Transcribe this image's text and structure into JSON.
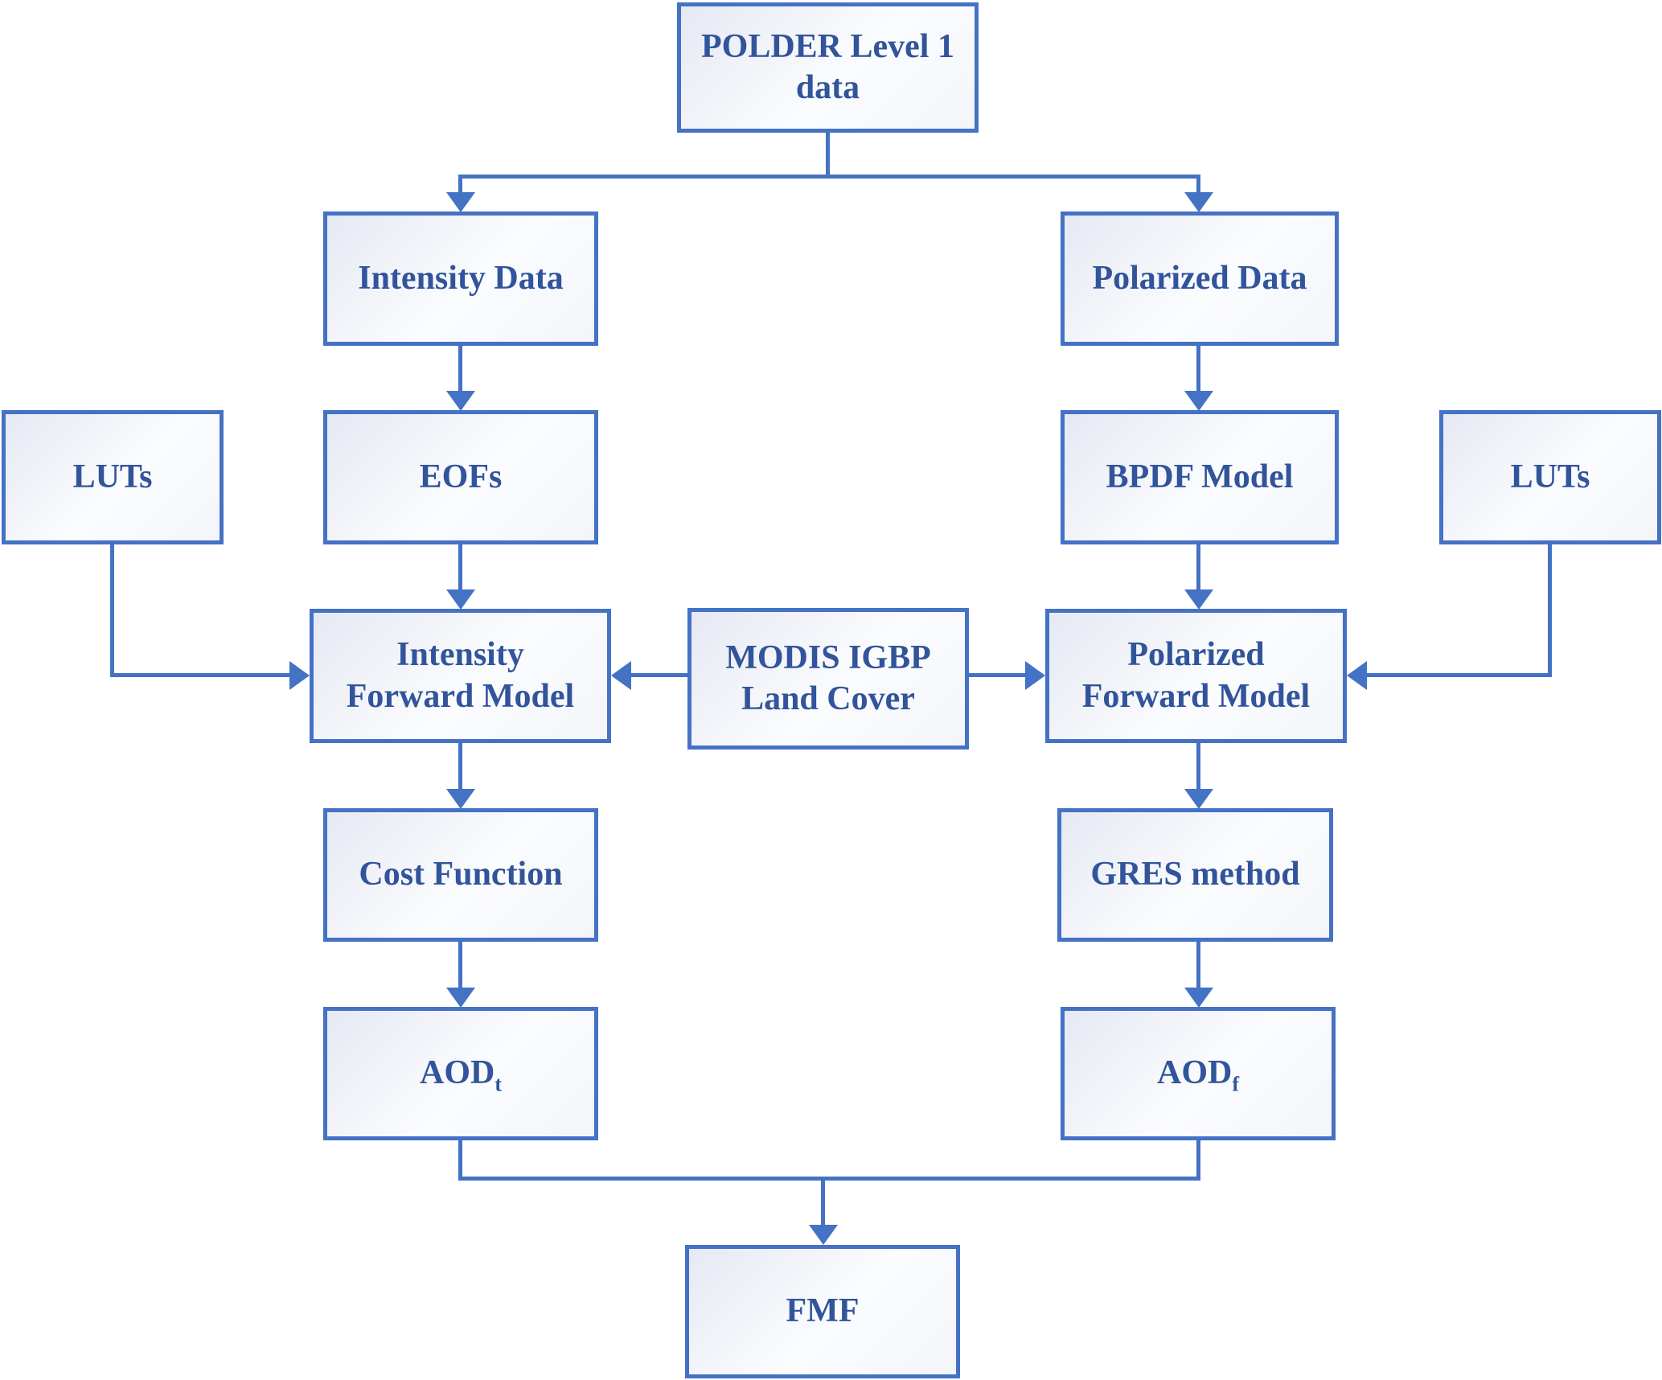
{
  "palette": {
    "line_and_border": "#4472c4",
    "text": "#31549b",
    "box_fill_gradient_start": "#e6e9f3",
    "box_fill_gradient_end": "#fbfcfe",
    "background": "#ffffff"
  },
  "nodes": {
    "polder": {
      "line1": "POLDER Level 1",
      "line2": "data"
    },
    "intensity_data": {
      "label": "Intensity Data"
    },
    "polarized_data": {
      "label": "Polarized Data"
    },
    "luts_left": {
      "label": "LUTs"
    },
    "eofs": {
      "label": "EOFs"
    },
    "bpdf": {
      "label": "BPDF Model"
    },
    "luts_right": {
      "label": "LUTs"
    },
    "ifm": {
      "line1": "Intensity",
      "line2": "Forward Model"
    },
    "modis": {
      "line1": "MODIS IGBP",
      "line2": "Land Cover"
    },
    "pfm": {
      "line1": "Polarized",
      "line2": "Forward Model"
    },
    "cost": {
      "label": "Cost Function"
    },
    "gres": {
      "label": "GRES method"
    },
    "aod_t": {
      "main": "AOD",
      "sub": "t"
    },
    "aod_f": {
      "main": "AOD",
      "sub": "f"
    },
    "fmf": {
      "label": "FMF"
    }
  }
}
